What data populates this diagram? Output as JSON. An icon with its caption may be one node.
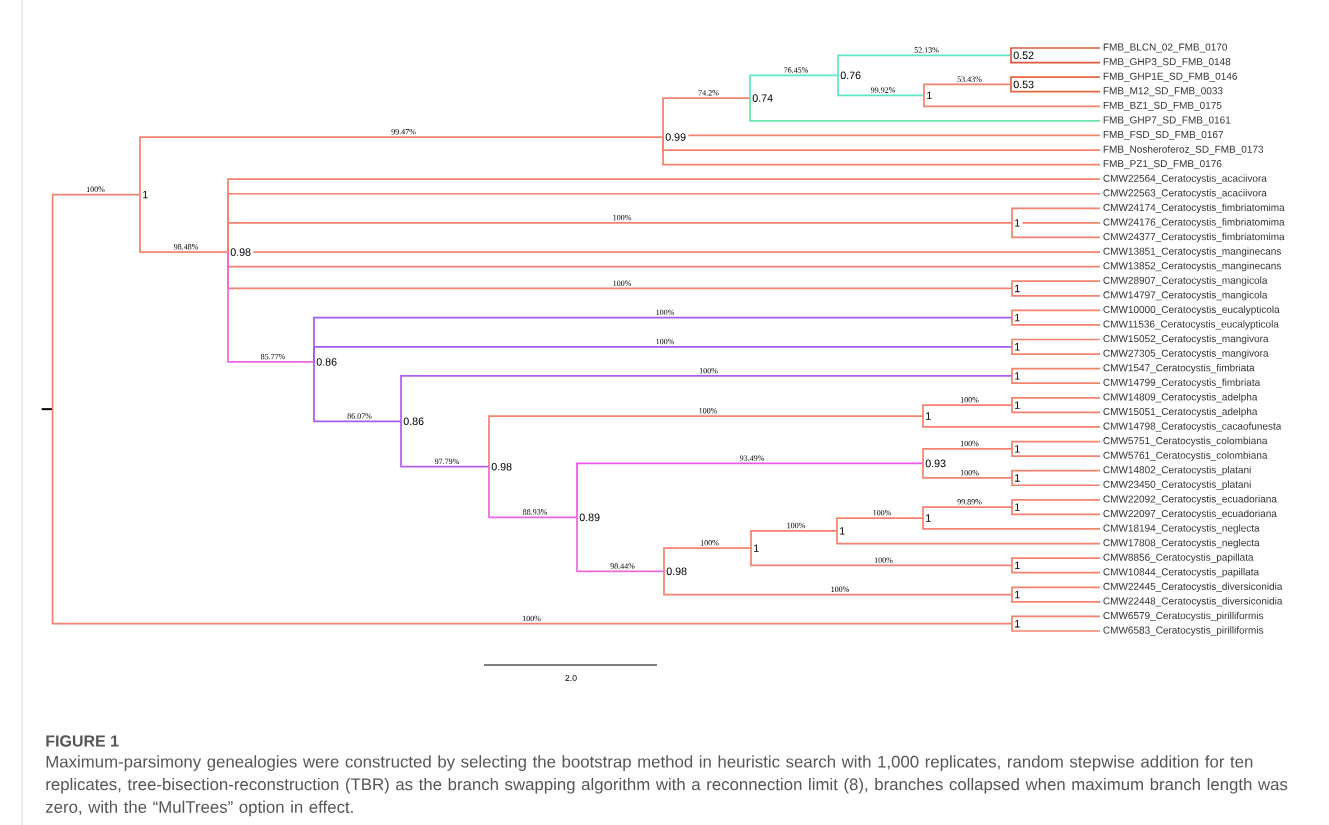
{
  "diagram": {
    "title": "FIGURE 1",
    "caption": "Maximum-parsimony genealogies were constructed by selecting the bootstrap method in heuristic search with 1,000 replicates, random stepwise addition for ten replicates, tree-bisection-reconstruction (TBR) as the branch swapping algorithm with a reconnection limit (8), branches collapsed when maximum branch length was zero, with the “MulTrees” option in effect.",
    "nodes": [
      {
        "text": [],
        "shape": "bar"
      },
      {
        "text": [
          "1"
        ]
      },
      {
        "text": [
          "0.99"
        ]
      },
      {
        "text": [
          "0.74"
        ]
      },
      {
        "text": [
          "0.76"
        ]
      },
      {
        "text": [
          "0.52"
        ]
      },
      {
        "text": [
          "FMB_BLCN_02_FMB_0170"
        ]
      },
      {
        "text": [
          "FMB_GHP3_SD_FMB_0148"
        ]
      },
      {
        "text": [
          "1"
        ]
      },
      {
        "text": [
          "0.53"
        ]
      },
      {
        "text": [
          "FMB_GHP1E_SD_FMB_0146"
        ]
      },
      {
        "text": [
          "FMB_M12_SD_FMB_0033"
        ]
      },
      {
        "text": [
          "FMB_BZ1_SD_FMB_0175"
        ]
      },
      {
        "text": [
          "FMB_GHP7_SD_FMB_0161"
        ]
      },
      {
        "text": [
          "FMB_FSD_SD_FMB_0167"
        ]
      },
      {
        "text": [
          "FMB_Nosheroferoz_SD_FMB_0173"
        ]
      },
      {
        "text": [
          "FMB_PZ1_SD_FMB_0176"
        ]
      },
      {
        "text": [
          "0.98"
        ]
      },
      {
        "text": [
          "CMW22564_Ceratocystis_acaciivora"
        ]
      },
      {
        "text": [
          "CMW22563_Ceratocystis_acaciivora"
        ]
      },
      {
        "text": [
          "1"
        ]
      },
      {
        "text": [
          "CMW24174_Ceratocystis_fimbriatomima"
        ]
      },
      {
        "text": [
          "CMW24176_Ceratocystis_fimbriatomima"
        ]
      },
      {
        "text": [
          "CMW24377_Ceratocystis_fimbriatomima"
        ]
      },
      {
        "text": [
          "CMW13851_Ceratocystis_manginecans"
        ]
      },
      {
        "text": [
          "CMW13852_Ceratocystis_manginecans"
        ]
      },
      {
        "text": [
          "1"
        ]
      },
      {
        "text": [
          "CMW28907_Ceratocystis_mangicola"
        ]
      },
      {
        "text": [
          "CMW14797_Ceratocystis_mangicola"
        ]
      },
      {
        "text": [
          "0.86"
        ]
      },
      {
        "text": [
          "1"
        ]
      },
      {
        "text": [
          "CMW10000_Ceratocystis_eucalypticola"
        ]
      },
      {
        "text": [
          "CMW11536_Ceratocystis_eucalypticola"
        ]
      },
      {
        "text": [
          "1"
        ]
      },
      {
        "text": [
          "CMW15052_Ceratocystis_mangivora"
        ]
      },
      {
        "text": [
          "CMW27305_Ceratocystis_mangivora"
        ]
      },
      {
        "text": [
          "0.86"
        ]
      },
      {
        "text": [
          "1"
        ]
      },
      {
        "text": [
          "CMW1547_Ceratocystis_fimbriata"
        ]
      },
      {
        "text": [
          "CMW14799_Ceratocystis_fimbriata"
        ]
      },
      {
        "text": [
          "0.98"
        ]
      },
      {
        "text": [
          "1"
        ]
      },
      {
        "text": [
          "1"
        ]
      },
      {
        "text": [
          "CMW14809_Ceratocystis_adelpha"
        ]
      },
      {
        "text": [
          "CMW15051_Ceratocystis_adelpha"
        ]
      },
      {
        "text": [
          "CMW14798_Ceratocystis_cacaofunesta"
        ]
      },
      {
        "text": [
          "0.89"
        ]
      },
      {
        "text": [
          "0.93"
        ]
      },
      {
        "text": [
          "1"
        ]
      },
      {
        "text": [
          "CMW5751_Ceratocystis_colombiana"
        ]
      },
      {
        "text": [
          "CMW5761_Ceratocystis_colombiana"
        ]
      },
      {
        "text": [
          "1"
        ]
      },
      {
        "text": [
          "CMW14802_Ceratocystis_platani"
        ]
      },
      {
        "text": [
          "CMW23450_Ceratocystis_platani"
        ]
      },
      {
        "text": [
          "0.98"
        ]
      },
      {
        "text": [
          "1"
        ]
      },
      {
        "text": [
          "1"
        ]
      },
      {
        "text": [
          "1"
        ]
      },
      {
        "text": [
          "1"
        ]
      },
      {
        "text": [
          "CMW22092_Ceratocystis_ecuadoriana"
        ]
      },
      {
        "text": [
          "CMW22097_Ceratocystis_ecuadoriana"
        ]
      },
      {
        "text": [
          "CMW18194_Ceratocystis_neglecta"
        ]
      },
      {
        "text": [
          "CMW17808_Ceratocystis_neglecta"
        ]
      },
      {
        "text": [
          "1"
        ]
      },
      {
        "text": [
          "CMW8856_Ceratocystis_papillata"
        ]
      },
      {
        "text": [
          "CMW10844_Ceratocystis_papillata"
        ]
      },
      {
        "text": [
          "1"
        ]
      },
      {
        "text": [
          "CMW22445_Ceratocystis_diversiconidia"
        ]
      },
      {
        "text": [
          "CMW22448_Ceratocystis_diversiconidia"
        ]
      },
      {
        "text": [
          "1"
        ]
      },
      {
        "text": [
          "CMW6579_Ceratocystis_pirilliformis"
        ]
      },
      {
        "text": [
          "CMW6583_Ceratocystis_pirilliformis"
        ]
      }
    ],
    "edges": [
      {
        "from": 0,
        "to": 1,
        "arrow": "none",
        "label": "100%"
      },
      {
        "from": 0,
        "to": 69,
        "arrow": "none",
        "label": "100%"
      },
      {
        "from": 1,
        "to": 2,
        "arrow": "none",
        "label": "99.47%"
      },
      {
        "from": 1,
        "to": 17,
        "arrow": "none",
        "label": "98.48%"
      },
      {
        "from": 2,
        "to": 3,
        "arrow": "none",
        "label": "74.2%"
      },
      {
        "from": 2,
        "to": 14,
        "arrow": "none"
      },
      {
        "from": 2,
        "to": 15,
        "arrow": "none"
      },
      {
        "from": 2,
        "to": 16,
        "arrow": "none"
      },
      {
        "from": 3,
        "to": 4,
        "arrow": "none",
        "label": "76.45%",
        "color": "#5ee6c6"
      },
      {
        "from": 3,
        "to": 13,
        "arrow": "none",
        "color": "#66e6a8"
      },
      {
        "from": 4,
        "to": 5,
        "arrow": "none",
        "label": "52.13%",
        "color": "#5ee6c6"
      },
      {
        "from": 4,
        "to": 8,
        "arrow": "none",
        "label": "99.92%",
        "color": "#5ee6c6"
      },
      {
        "from": 5,
        "to": 6,
        "arrow": "none",
        "color": "#dd5a3c"
      },
      {
        "from": 5,
        "to": 7,
        "arrow": "none",
        "color": "#dd5a3c"
      },
      {
        "from": 8,
        "to": 9,
        "arrow": "none",
        "label": "53.43%"
      },
      {
        "from": 8,
        "to": 12,
        "arrow": "none"
      },
      {
        "from": 9,
        "to": 10,
        "arrow": "none",
        "color": "#e4663f"
      },
      {
        "from": 9,
        "to": 11,
        "arrow": "none",
        "color": "#e4663f"
      },
      {
        "from": 17,
        "to": 18,
        "arrow": "none"
      },
      {
        "from": 17,
        "to": 19,
        "arrow": "none"
      },
      {
        "from": 17,
        "to": 20,
        "arrow": "none",
        "label": "100%"
      },
      {
        "from": 17,
        "to": 24,
        "arrow": "none"
      },
      {
        "from": 17,
        "to": 25,
        "arrow": "none"
      },
      {
        "from": 17,
        "to": 26,
        "arrow": "none",
        "label": "100%"
      },
      {
        "from": 17,
        "to": 29,
        "arrow": "none",
        "label": "85.77%",
        "color": "#ee66e0"
      },
      {
        "from": 20,
        "to": 21,
        "arrow": "none"
      },
      {
        "from": 20,
        "to": 22,
        "arrow": "none"
      },
      {
        "from": 20,
        "to": 23,
        "arrow": "none"
      },
      {
        "from": 26,
        "to": 27,
        "arrow": "none"
      },
      {
        "from": 26,
        "to": 28,
        "arrow": "none"
      },
      {
        "from": 29,
        "to": 30,
        "arrow": "none",
        "label": "100%",
        "color": "#a85af4"
      },
      {
        "from": 29,
        "to": 33,
        "arrow": "none",
        "label": "100%",
        "color": "#a85af4"
      },
      {
        "from": 29,
        "to": 36,
        "arrow": "none",
        "label": "86.07%",
        "color": "#a85af4"
      },
      {
        "from": 30,
        "to": 31,
        "arrow": "none"
      },
      {
        "from": 30,
        "to": 32,
        "arrow": "none"
      },
      {
        "from": 33,
        "to": 34,
        "arrow": "none"
      },
      {
        "from": 33,
        "to": 35,
        "arrow": "none"
      },
      {
        "from": 36,
        "to": 37,
        "arrow": "none",
        "label": "100%",
        "color": "#b45cf0"
      },
      {
        "from": 36,
        "to": 40,
        "arrow": "none",
        "label": "97.79%",
        "color": "#b45cf0"
      },
      {
        "from": 37,
        "to": 38,
        "arrow": "none"
      },
      {
        "from": 37,
        "to": 39,
        "arrow": "none"
      },
      {
        "from": 40,
        "to": 41,
        "arrow": "none",
        "label": "100%"
      },
      {
        "from": 40,
        "to": 46,
        "arrow": "none",
        "label": "88.93%",
        "color": "#ee66e0"
      },
      {
        "from": 41,
        "to": 42,
        "arrow": "none",
        "label": "100%"
      },
      {
        "from": 41,
        "to": 45,
        "arrow": "none"
      },
      {
        "from": 42,
        "to": 43,
        "arrow": "none"
      },
      {
        "from": 42,
        "to": 44,
        "arrow": "none"
      },
      {
        "from": 46,
        "to": 47,
        "arrow": "none",
        "label": "93.49%",
        "color": "#ee55ee"
      },
      {
        "from": 46,
        "to": 54,
        "arrow": "none",
        "label": "98.44%",
        "color": "#ee66e0"
      },
      {
        "from": 47,
        "to": 48,
        "arrow": "none",
        "label": "100%"
      },
      {
        "from": 47,
        "to": 51,
        "arrow": "none",
        "label": "100%"
      },
      {
        "from": 48,
        "to": 49,
        "arrow": "none"
      },
      {
        "from": 48,
        "to": 50,
        "arrow": "none"
      },
      {
        "from": 51,
        "to": 52,
        "arrow": "none"
      },
      {
        "from": 51,
        "to": 53,
        "arrow": "none"
      },
      {
        "from": 54,
        "to": 55,
        "arrow": "none",
        "label": "100%"
      },
      {
        "from": 54,
        "to": 66,
        "arrow": "none",
        "label": "100%"
      },
      {
        "from": 55,
        "to": 56,
        "arrow": "none",
        "label": "100%"
      },
      {
        "from": 55,
        "to": 63,
        "arrow": "none",
        "label": "100%"
      },
      {
        "from": 56,
        "to": 57,
        "arrow": "none",
        "label": "100%"
      },
      {
        "from": 56,
        "to": 62,
        "arrow": "none"
      },
      {
        "from": 57,
        "to": 58,
        "arrow": "none",
        "label": "99.89%"
      },
      {
        "from": 57,
        "to": 61,
        "arrow": "none"
      },
      {
        "from": 58,
        "to": 59,
        "arrow": "none"
      },
      {
        "from": 58,
        "to": 60,
        "arrow": "none"
      },
      {
        "from": 63,
        "to": 64,
        "arrow": "none"
      },
      {
        "from": 63,
        "to": 65,
        "arrow": "none"
      },
      {
        "from": 66,
        "to": 67,
        "arrow": "none"
      },
      {
        "from": 66,
        "to": 68,
        "arrow": "none"
      },
      {
        "from": 69,
        "to": 70,
        "arrow": "none"
      },
      {
        "from": 69,
        "to": 71,
        "arrow": "none"
      }
    ],
    "labels": [
      "2.0"
    ]
  }
}
